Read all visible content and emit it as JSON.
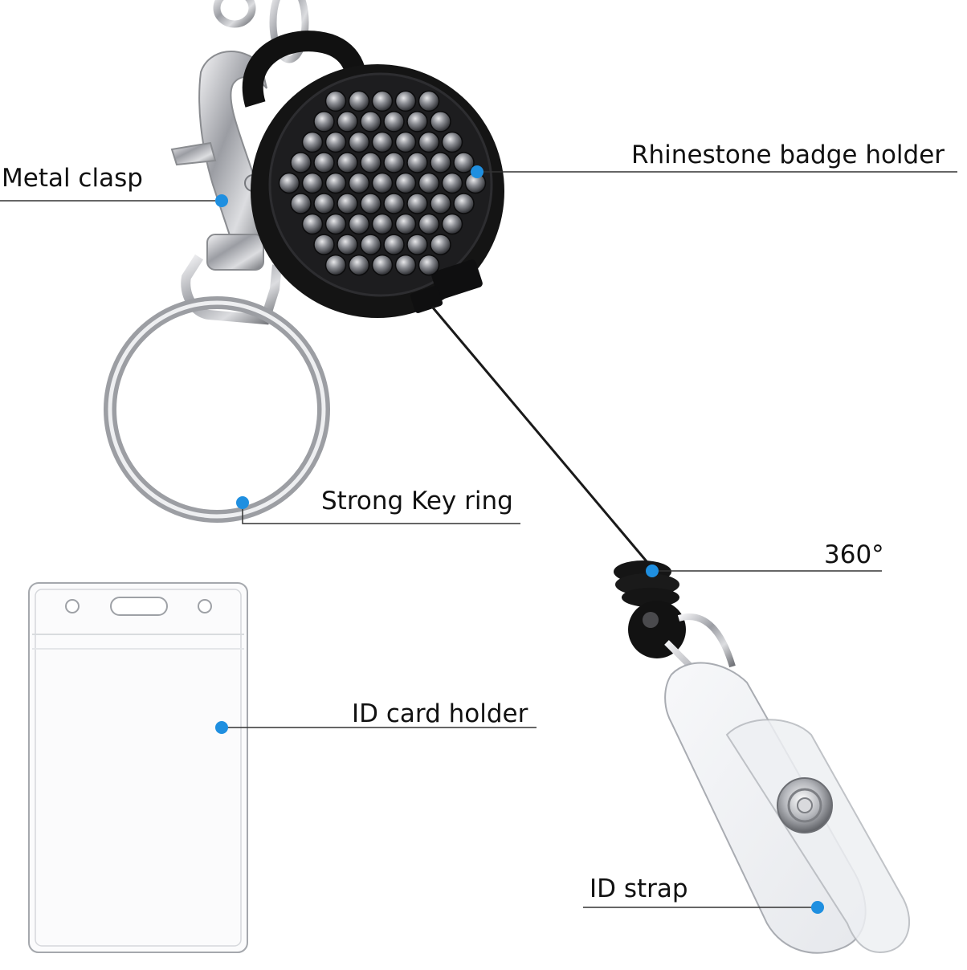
{
  "colors": {
    "marker": "#1f8fe0",
    "line": "#333333",
    "text": "#111111"
  },
  "callouts": {
    "metal_clasp": "Metal clasp",
    "rhinestone": "Rhinestone badge holder",
    "key_ring": "Strong Key ring",
    "swivel": "360°",
    "card_holder": "ID card holder",
    "strap": "ID strap"
  }
}
